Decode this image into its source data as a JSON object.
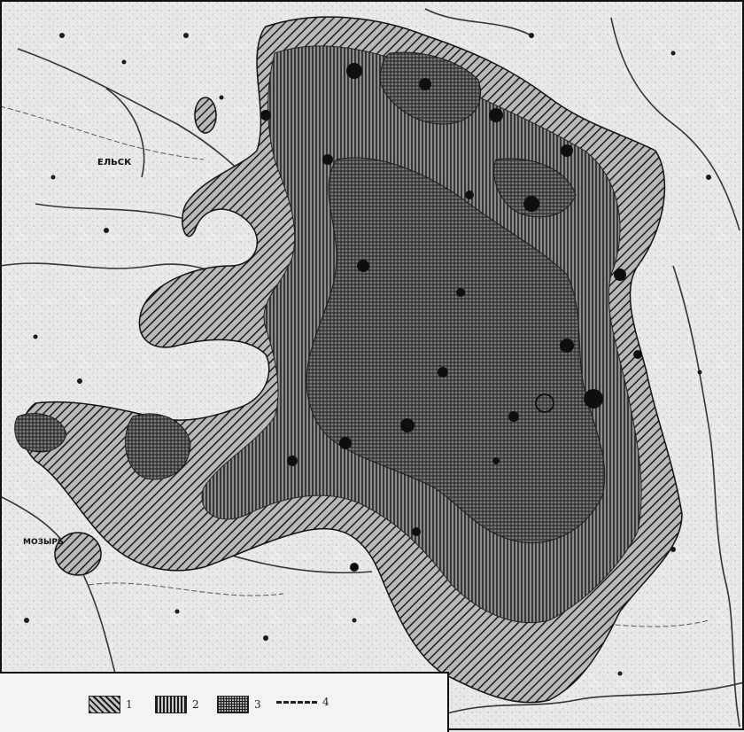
{
  "legend": {
    "items": [
      {
        "num": "1",
        "pattern": "diag"
      },
      {
        "num": "2",
        "pattern": "vert"
      },
      {
        "num": "3",
        "pattern": "cross"
      },
      {
        "num": "4",
        "pattern": "dashline"
      }
    ]
  },
  "colors": {
    "paper": "#e9e9e7",
    "ink": "#111111",
    "zone_dark": "#3d3d3d",
    "zone_mid": "#5e5e5e",
    "zone_light": "#9a9a9a"
  },
  "map_labels": [
    {
      "id": "label-yelsk",
      "text": "ЕЛЬСК"
    },
    {
      "id": "label-mozyr",
      "text": "МОЗЫРЬ"
    }
  ]
}
